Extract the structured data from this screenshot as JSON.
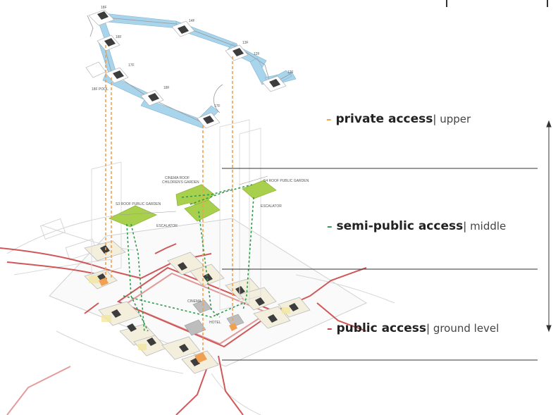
{
  "colors": {
    "private": "#f0a050",
    "semi_public": "#2e9a4a",
    "public": "#c83c3c",
    "roof_green": "#a9d04d",
    "bridge_blue": "#a8d4ec",
    "tower_dark": "#444444",
    "ink": "#333333"
  },
  "legend": [
    {
      "key": "private",
      "dash": "–",
      "strong": "private access",
      "sep": "|",
      "light": " upper"
    },
    {
      "key": "semi_public",
      "dash": "–",
      "strong": "semi-public access",
      "sep": "|",
      "light": " middle"
    },
    {
      "key": "public",
      "dash": "–",
      "strong": "public access",
      "sep": "|",
      "light": " ground level"
    }
  ],
  "labels": {
    "floors": [
      "18F",
      "14F",
      "18F",
      "13F",
      "12F",
      "12F",
      "17F",
      "18F",
      "17F"
    ],
    "pool": "18F POOL",
    "cinema_roof": "CINEMA ROOF",
    "childrens_garden": "CHILDREN'S GARDEN",
    "s4_roof": "S4 ROOF PUBLIC GARDEN",
    "s3_roof": "S3 ROOF PUBLIC GARDEN",
    "escalator_1": "ESCALATOR",
    "escalator_2": "ESCALATOR",
    "cinema": "CINEMA",
    "hotel": "HOTEL"
  }
}
